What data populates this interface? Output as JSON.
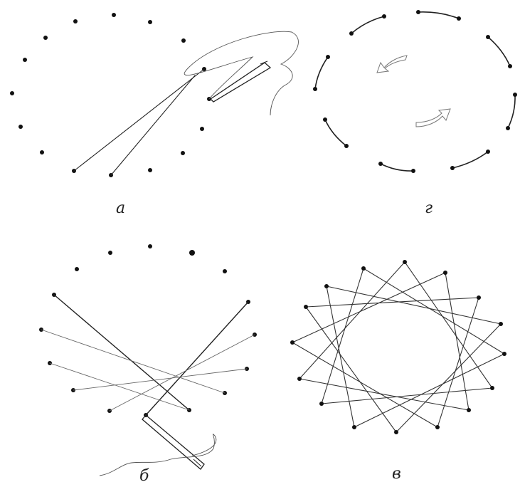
{
  "figure": {
    "panels": [
      {
        "id": "a",
        "label": "а"
      },
      {
        "id": "g",
        "label": "г"
      },
      {
        "id": "b",
        "label": "б"
      },
      {
        "id": "v",
        "label": "в"
      }
    ]
  },
  "colors": {
    "ink": "#222222",
    "thread": "#555555",
    "background": "#ffffff"
  },
  "icons": [
    "needle-icon",
    "thread-icon",
    "rotation-arrow-icon"
  ]
}
